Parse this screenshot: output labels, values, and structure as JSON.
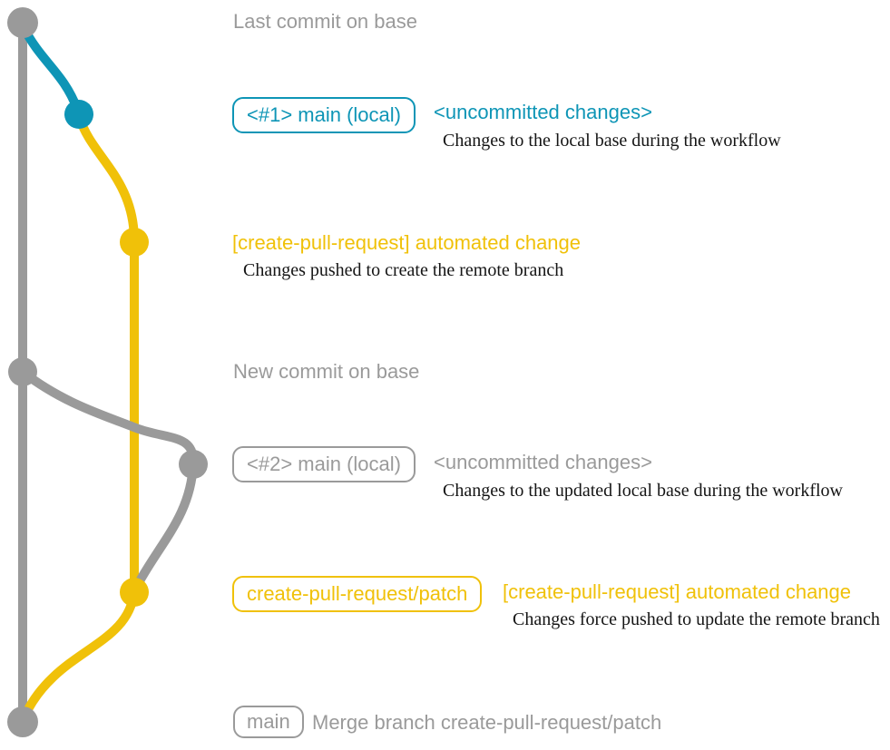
{
  "colors": {
    "gray": "#9a9a9a",
    "teal": "#0e95b6",
    "yellow": "#f0c109",
    "ink": "#151515",
    "background": "#ffffff"
  },
  "graph": {
    "base_branch_dots": 3,
    "events": {
      "last_commit_label": "Last commit on base",
      "new_commit_label": "New commit on base"
    },
    "row1": {
      "branch_pill": "<#1> main (local)",
      "status": "<uncommitted changes>",
      "note": "Changes to the local base during the workflow"
    },
    "row2": {
      "commit_message": "[create-pull-request] automated change",
      "note": "Changes pushed to create the remote branch"
    },
    "row3": {
      "branch_pill": "<#2> main (local)",
      "status": "<uncommitted changes>",
      "note": "Changes to the updated local base during the workflow"
    },
    "row4": {
      "branch_pill": "create-pull-request/patch",
      "commit_message": "[create-pull-request] automated change",
      "note": "Changes force pushed to update the remote branch"
    },
    "row5": {
      "branch_pill": "main",
      "commit_message": "Merge branch create-pull-request/patch"
    }
  }
}
